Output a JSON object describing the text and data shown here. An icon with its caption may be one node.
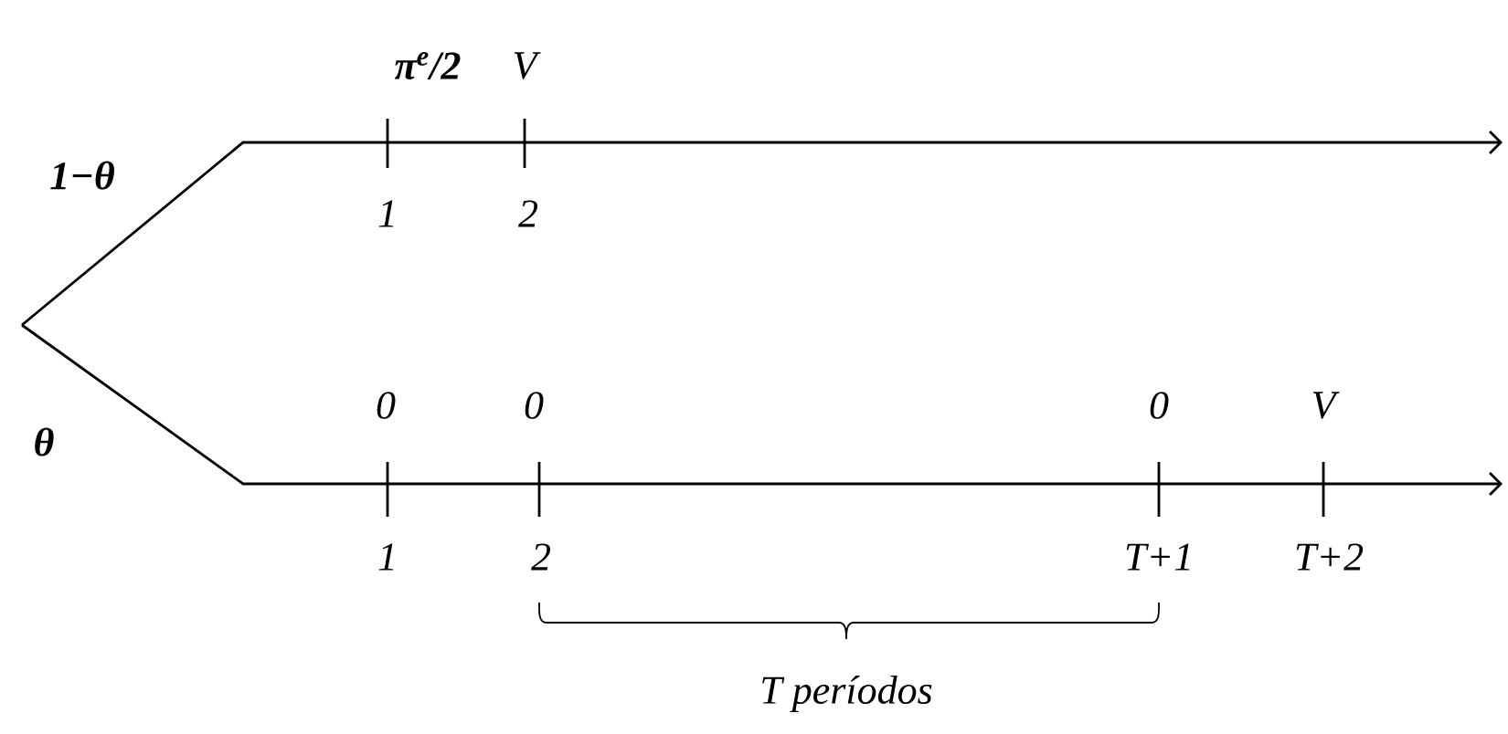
{
  "diagram": {
    "labels": [
      "π$^{e}$/2",
      "V",
      "1−θ",
      "1",
      "2",
      "θ",
      "0",
      "0",
      "0",
      "V",
      "1",
      "2",
      "T+1",
      "T+2",
      "T períodos"
    ]
  }
}
